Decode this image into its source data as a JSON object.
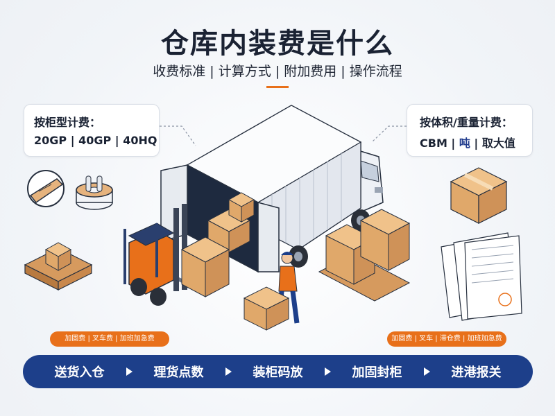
{
  "title": "仓库内装费是什么",
  "subtitle": "收费标准 | 计算方式 | 附加费用 | 操作流程",
  "callout_left": {
    "heading": "按柜型计费：",
    "value": "20GP | 40GP | 40HQ"
  },
  "callout_right": {
    "heading": "按体积/重量计费：",
    "value_a": "CBM | ",
    "value_b": "吨",
    "value_c": " | 取大值"
  },
  "tag_left": "加固费 | 叉车费 | 加班加急费",
  "tag_right": "加固费 | 叉车 | 滞仓费 | 加班加急费",
  "flow": {
    "steps": [
      "送货入仓",
      "理货点数",
      "装柜码放",
      "加固封柜",
      "进港报关"
    ]
  },
  "colors": {
    "accent": "#e8701a",
    "navy": "#1d3f8a",
    "box": "#e0a86a"
  },
  "icons": [
    "strap-icon",
    "tape-roll-icon",
    "pallet-box-icon",
    "container-truck-icon",
    "forklift-icon",
    "worker-icon",
    "carton-icon",
    "document-icon"
  ]
}
